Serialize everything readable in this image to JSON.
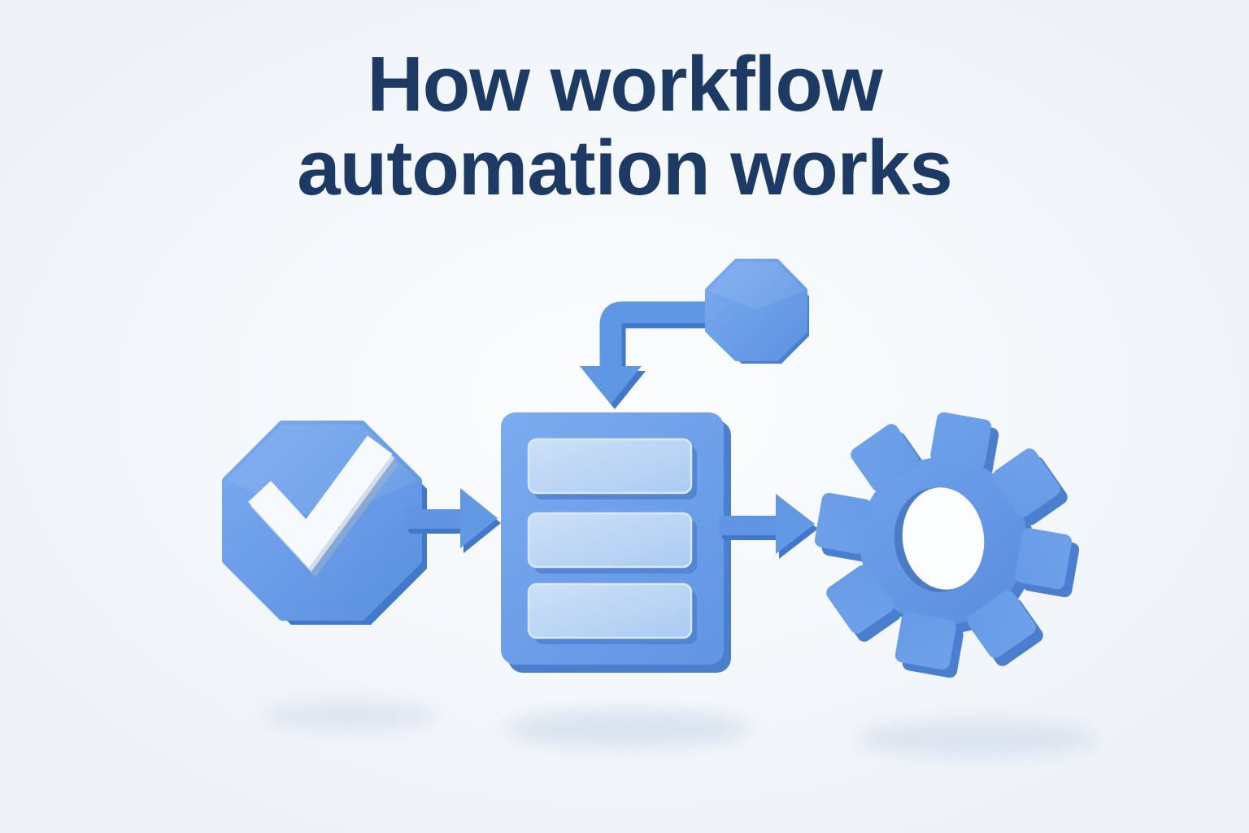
{
  "title": {
    "line1": "How workflow",
    "line2": "automation works",
    "color": "#1d3a64"
  },
  "illustration": {
    "name": "workflow-automation-diagram",
    "icons": [
      "check-octagon-icon",
      "arrow-right-icon",
      "list-panel-icon",
      "octagon-node-icon",
      "elbow-arrow-down-icon",
      "arrow-right-icon",
      "gear-icon"
    ],
    "list_rows": 3,
    "colors": {
      "primary_blue": "#619ae6",
      "primary_blue_light": "#79a9ee",
      "dark_blue_edge": "#4277cb",
      "light_blue_fill": "#bcd6f5",
      "white_highlight": "#f6f9fd",
      "soft_shadow": "#d9e2ef",
      "background": "#f4f7fb"
    }
  }
}
